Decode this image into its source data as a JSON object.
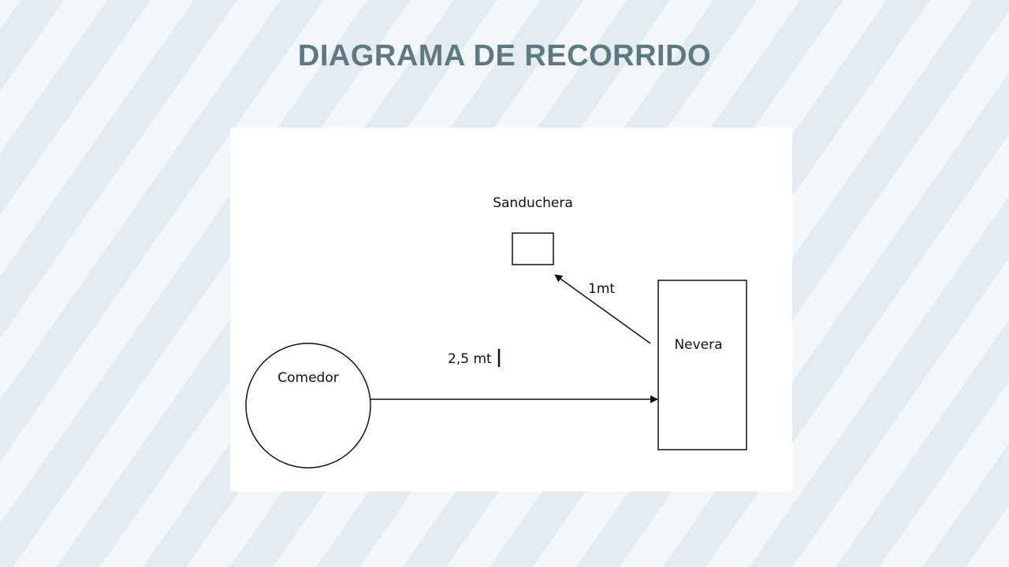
{
  "page": {
    "title": "DIAGRAMA DE RECORRIDO"
  },
  "diagram": {
    "nodes": [
      {
        "id": "comedor",
        "label": "Comedor",
        "shape": "circle"
      },
      {
        "id": "nevera",
        "label": "Nevera",
        "shape": "rectangle"
      },
      {
        "id": "sanduchera",
        "label": "Sanduchera",
        "shape": "rectangle"
      }
    ],
    "edges": [
      {
        "from": "comedor",
        "to": "nevera",
        "label": "2,5 mt"
      },
      {
        "from": "nevera",
        "to": "sanduchera",
        "label": "1mt"
      }
    ],
    "colors": {
      "title": "#5c7a7f",
      "stroke": "#111111",
      "panel": "#ffffff"
    }
  }
}
